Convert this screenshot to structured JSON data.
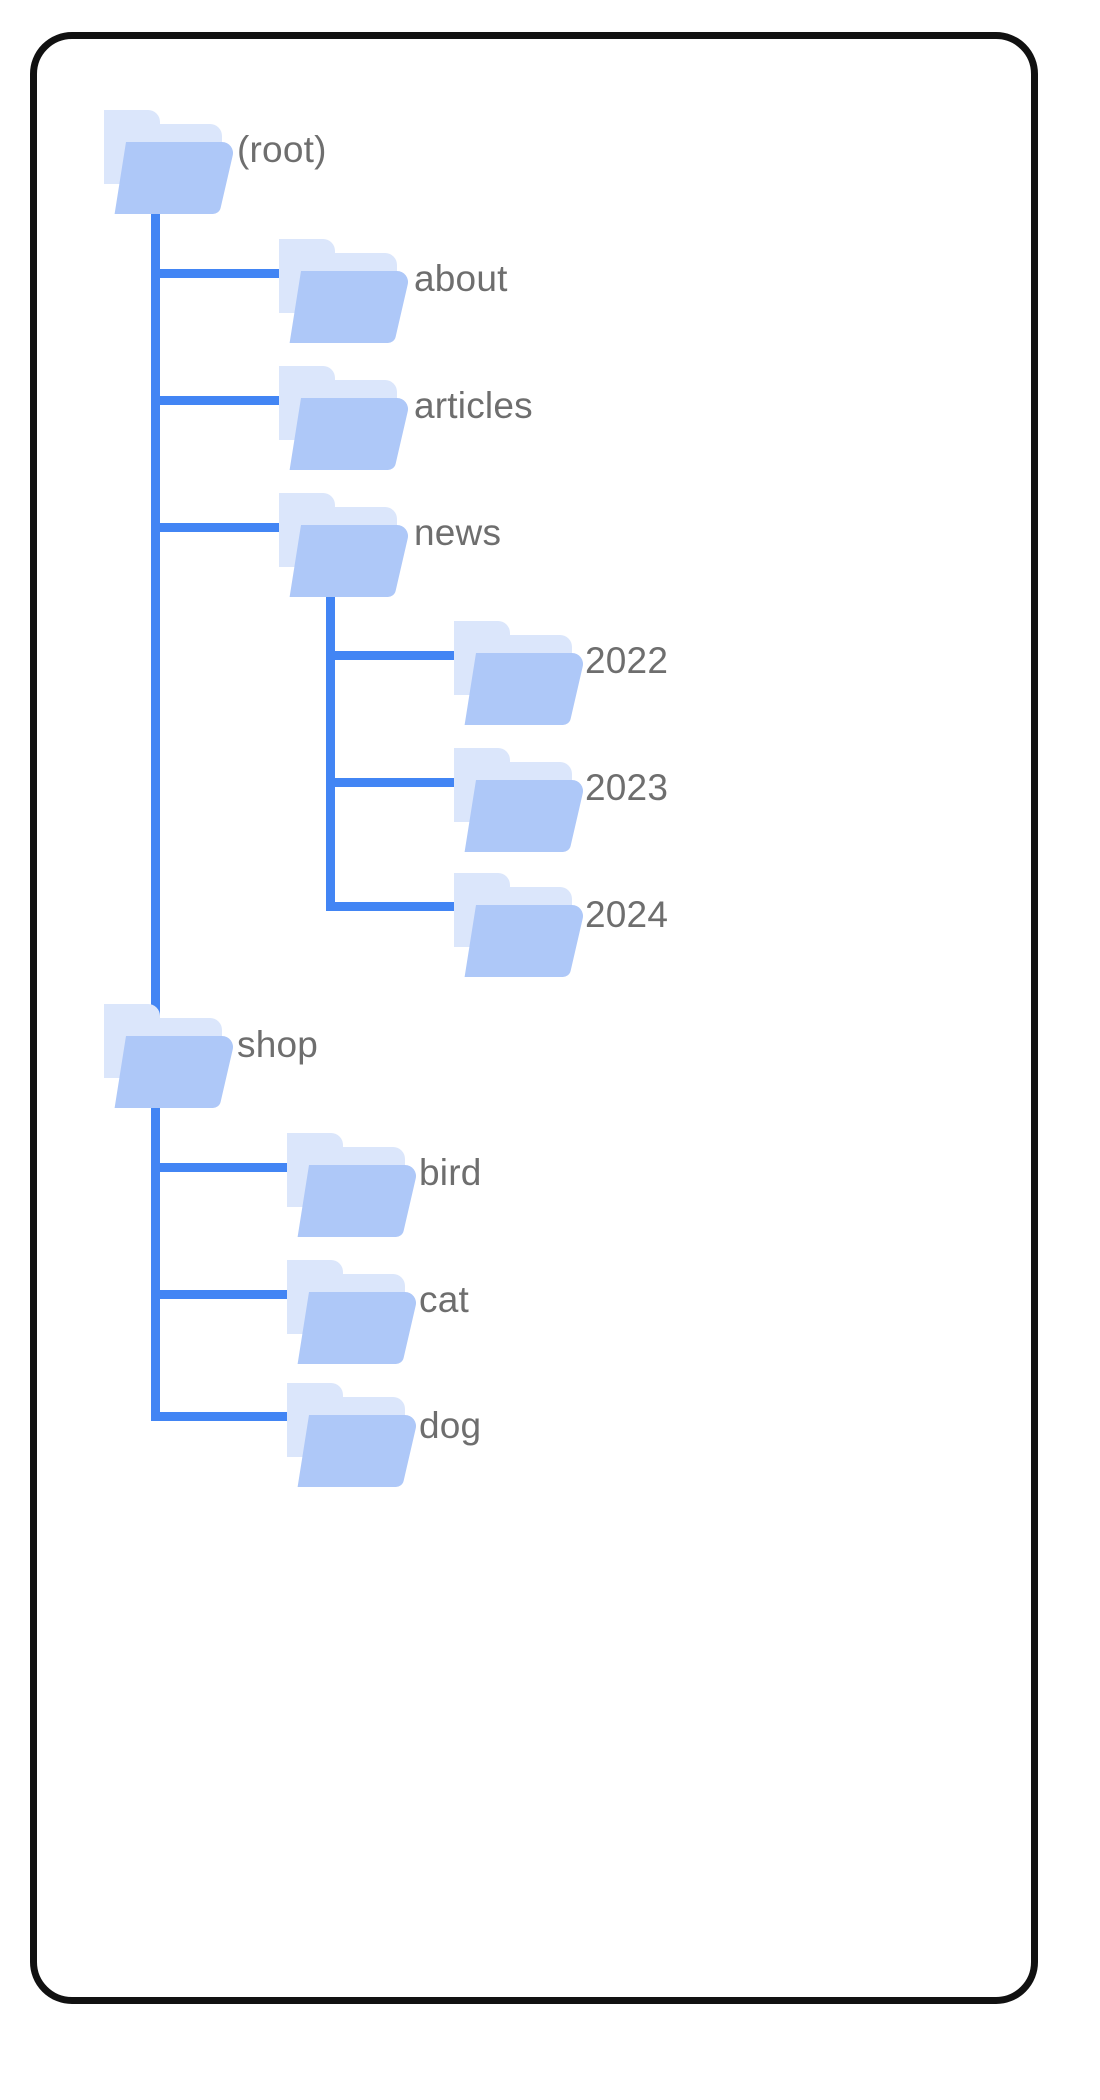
{
  "diagram": {
    "kind": "folder-tree",
    "title_text": "",
    "colors": {
      "edge": "#4285f4",
      "folder_front": "#aec8f8",
      "folder_back": "#dbe6fb",
      "label_text": "#6e6e6e",
      "card_border": "#111111",
      "background": "#ffffff"
    },
    "nodes": [
      {
        "id": "root",
        "label": "(root)",
        "level": 0,
        "icon": "folder-icon"
      },
      {
        "id": "about",
        "label": "about",
        "level": 1,
        "icon": "folder-icon"
      },
      {
        "id": "articles",
        "label": "articles",
        "level": 1,
        "icon": "folder-icon"
      },
      {
        "id": "news",
        "label": "news",
        "level": 1,
        "icon": "folder-icon"
      },
      {
        "id": "news2022",
        "label": "2022",
        "level": 2,
        "icon": "folder-icon"
      },
      {
        "id": "news2023",
        "label": "2023",
        "level": 2,
        "icon": "folder-icon"
      },
      {
        "id": "news2024",
        "label": "2024",
        "level": 2,
        "icon": "folder-icon"
      },
      {
        "id": "shop",
        "label": "shop",
        "level": 1,
        "icon": "folder-icon"
      },
      {
        "id": "bird",
        "label": "bird",
        "level": 2,
        "icon": "folder-icon"
      },
      {
        "id": "cat",
        "label": "cat",
        "level": 2,
        "icon": "folder-icon"
      },
      {
        "id": "dog",
        "label": "dog",
        "level": 2,
        "icon": "folder-icon"
      }
    ]
  }
}
